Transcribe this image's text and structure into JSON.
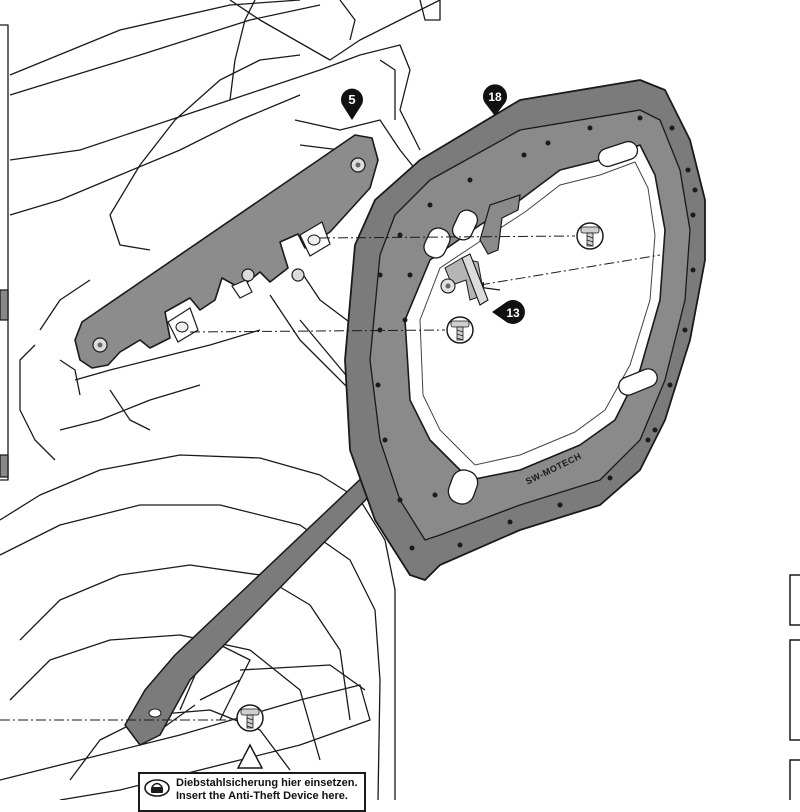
{
  "callouts": {
    "bracket": "5",
    "frame": "18",
    "clip": "13"
  },
  "frame_brand": "SW-MOTECH",
  "notice": {
    "line_de": "Diebstahlsicherung hier einsetzen.",
    "line_en": "Insert the Anti-Theft Device here."
  },
  "colors": {
    "line": "#1a1a1a",
    "frame_fill": "#7b7b7b",
    "frame_inner": "#8a8a8a",
    "bracket_fill": "#8c8c8c",
    "callout_fill": "#111111"
  }
}
